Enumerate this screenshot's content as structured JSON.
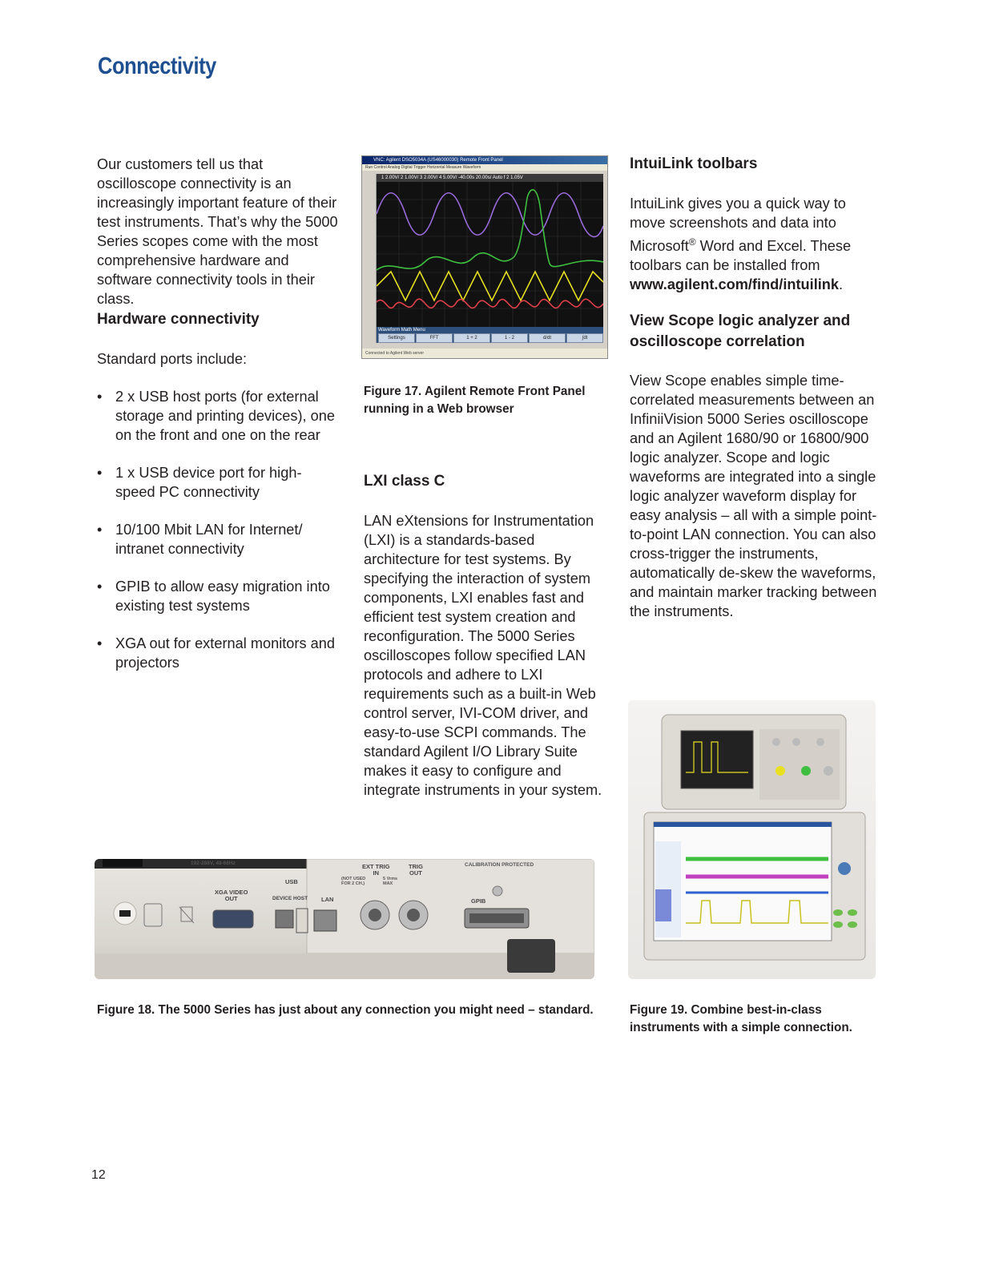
{
  "title": "Connectivity",
  "intro": "Our customers tell us that oscilloscope connectivity is an increasingly important feature of their test instruments. That’s why the 5000 Series scopes come with the most comprehensive hardware and software connectivity tools in their class.",
  "hardware": {
    "heading": "Hardware connectivity",
    "lead": "Standard ports include:",
    "bullets": [
      "2 x USB host ports (for external storage and printing devices), one on the front and one on the rear",
      "1 x USB device port for high-speed PC connectivity",
      "10/100 Mbit LAN for Internet/ intranet connectivity",
      "GPIB to allow easy migration into existing test systems",
      "XGA out for external monitors and projectors"
    ]
  },
  "figure17": {
    "caption": "Figure 17. Agilent Remote Front Panel running in a Web browser",
    "window_title": "VNC: Agilent DSO5034A (US46000030) Remote Front Panel",
    "menu": "Run Control  Analog  Digital  Trigger  Horizontal  Measure  Waveform",
    "scale_row": "1  2.00V/   2  1.00V/   3  2.00V/   4  5.00V/     -40.00s  20.00s/   Auto   f   2   1.05V",
    "softkey_menu_title": "Waveform Math Menu",
    "softkeys": [
      "Settings",
      "FFT",
      "1 + 2",
      "1 - 2",
      "d/dt",
      "∫dt"
    ],
    "status": "Connected to Agilent Web server"
  },
  "lxi": {
    "heading": "LXI class C",
    "body": "LAN eXtensions for Instrumentation (LXI) is a standards-based architecture for test systems. By specifying the interaction of system components, LXI enables fast and efficient test system creation and reconfiguration. The 5000 Series oscilloscopes follow specified LAN protocols and adhere to LXI requirements such as a built-in Web control server, IVI-COM driver, and easy-to-use SCPI commands. The standard Agilent I/O Library Suite makes it easy to configure and integrate instruments in your system."
  },
  "intuilink": {
    "heading": "IntuiLink toolbars",
    "body_part1": "IntuiLink gives you a quick way to move screenshots and data into Microsoft",
    "registered": "®",
    "body_part2": " Word and Excel. These toolbars can be installed from ",
    "url": "www.agilent.com/find/intuilink",
    "body_end": "."
  },
  "viewscope": {
    "heading": "View Scope logic analyzer and oscilloscope correlation",
    "body": "View Scope enables simple time-correlated measurements between an InfiniiVision 5000 Series oscilloscope and an Agilent 1680/90 or 16800/900 logic analyzer. Scope and logic waveforms are integrated into a single logic analyzer waveform display for easy analysis – all with a simple point-to-point LAN connection. You can also cross-trigger the instruments, automatically de-skew the waveforms, and maintain marker tracking between the instruments."
  },
  "figure18": {
    "caption": "Figure 18. The 5000 Series has just about any connection you might need – standard.",
    "labels": {
      "voltage": "192-288V, 48-66Hz",
      "xga": "XGA VIDEO\nOUT",
      "usb": "USB",
      "device_host": "DEVICE HOST",
      "lan": "LAN",
      "ext_trig": "EXT TRIG\nIN",
      "trig_out": "TRIG\nOUT",
      "not_used": "(NOT USED\nFOR 2 CH.)",
      "max": "5 Vrms\nMAX",
      "cal": "CALIBRATION PROTECTED",
      "gpib": "GPIB"
    }
  },
  "figure19": {
    "caption": "Figure 19. Combine best-in-class instruments with a simple connection."
  },
  "page_number": "12",
  "colors": {
    "title_blue": "#1d4f91",
    "text": "#231f20",
    "wave_purple": "#9b6bdc",
    "wave_green": "#3fbf3f",
    "wave_yellow": "#e8e020",
    "wave_red": "#e0404a"
  }
}
